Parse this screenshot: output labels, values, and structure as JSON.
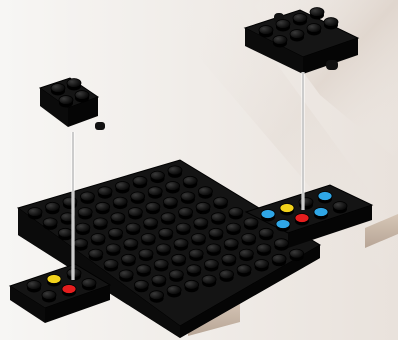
{
  "scene": {
    "background": {
      "base": "#f3f1ef",
      "streak_color": "#d8cdc4"
    },
    "parts": [
      {
        "name": "black-8x10-plate",
        "color": "#111111"
      },
      {
        "name": "black-2x2-hinge-plate-left",
        "color": "#111111"
      },
      {
        "name": "black-2x4-plate-with-hinge-right",
        "color": "#111111"
      },
      {
        "name": "tan-support-blocks",
        "color": "#c8b6a6"
      }
    ],
    "studs": {
      "highlight_colors": [
        "#2fa6e6",
        "#f2d21b",
        "#e61e1e"
      ],
      "base_color": "#151515"
    },
    "guides": {
      "color": "#ffffff"
    }
  }
}
